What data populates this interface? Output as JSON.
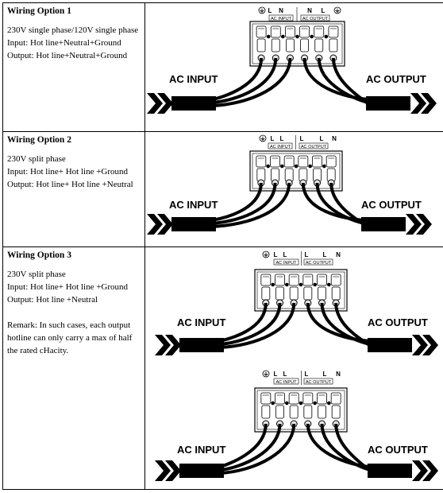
{
  "options": [
    {
      "title": "Wiring Option 1",
      "lines": [
        "230V single phase/120V single phase",
        "Input: Hot line+Neutral+Ground",
        "Output: Hot line+Neutral+Ground"
      ],
      "diagrams": [
        {
          "terminal_top_labels": [
            "L",
            "N",
            "N",
            "L"
          ],
          "input_box_label": "AC INPUT",
          "output_box_label": "AC OUTPUT",
          "ground_symbol_count": 2,
          "left_label": "AC INPUT",
          "right_label": "AC OUTPUT"
        }
      ]
    },
    {
      "title": "Wiring Option 2",
      "lines": [
        "230V split phase",
        "Input: Hot line+ Hot line +Ground",
        "Output: Hot line+ Hot line +Neutral"
      ],
      "diagrams": [
        {
          "terminal_top_labels": [
            "L",
            "L",
            "L",
            "L",
            "N"
          ],
          "input_box_label": "AC INPUT",
          "output_box_label": "AC OUTPUT",
          "ground_symbol_count": 1,
          "left_label": "AC INPUT",
          "right_label": "AC OUTPUT"
        }
      ]
    },
    {
      "title": "Wiring Option 3",
      "lines": [
        "230V split phase",
        "Input: Hot line+ Hot line +Ground",
        "Output: Hot line +Neutral"
      ],
      "remark": "Remark: In such cases, each output hotline can only carry a max of half the rated cHacity.",
      "diagrams": [
        {
          "terminal_top_labels": [
            "L",
            "L",
            "L",
            "L",
            "N"
          ],
          "input_box_label": "AC INPUT",
          "output_box_label": "AC OUTPUT",
          "ground_symbol_count": 1,
          "left_label": "AC INPUT",
          "right_label": "AC OUTPUT"
        },
        {
          "terminal_top_labels": [
            "L",
            "L",
            "L",
            "L",
            "N"
          ],
          "input_box_label": "AC INPUT",
          "output_box_label": "AC OUTPUT",
          "ground_symbol_count": 1,
          "left_label": "AC INPUT",
          "right_label": "AC OUTPUT"
        }
      ]
    }
  ],
  "colors": {
    "line": "#000000",
    "terminal_fill": "#ffffff",
    "screw_fill": "#e6e6e6",
    "background": "#ffffff"
  },
  "icons": {
    "ground": "ground-icon",
    "arrows": "chevron-arrow-icon",
    "screw": "terminal-screw-icon"
  }
}
